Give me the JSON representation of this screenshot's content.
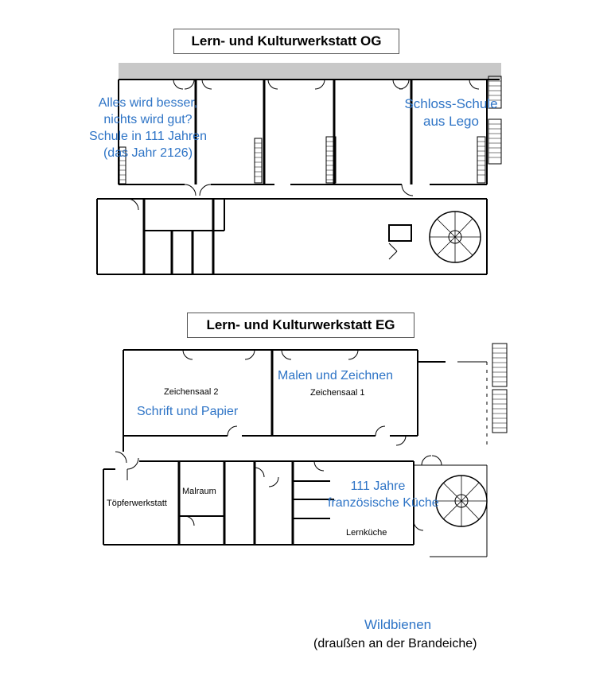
{
  "og": {
    "title": "Lern- und Kulturwerkstatt OG",
    "project_left": [
      "Alles wird besser,",
      "nichts wird gut?",
      "Schule in 111 Jahren",
      "(das Jahr 2126)"
    ],
    "project_right": [
      "Schloss-Schule",
      "aus Lego"
    ]
  },
  "eg": {
    "title": "Lern- und Kulturwerkstatt EG",
    "rooms": {
      "zeichensaal2": "Zeichensaal 2",
      "zeichensaal1": "Zeichensaal 1",
      "toepferwerkstatt": "Töpferwerkstatt",
      "malraum": "Malraum",
      "lernkueche": "Lernküche"
    },
    "projects": {
      "schrift": "Schrift und Papier",
      "malen": "Malen und Zeichnen",
      "kueche": [
        "111 Jahre",
        "französische Küche"
      ]
    }
  },
  "outdoor": {
    "project": "Wildbienen",
    "location": "(draußen an der Brandeiche)"
  },
  "colors": {
    "project_text": "#2e74c6",
    "walls": "#000000",
    "roof_band": "#c8c8c8"
  }
}
